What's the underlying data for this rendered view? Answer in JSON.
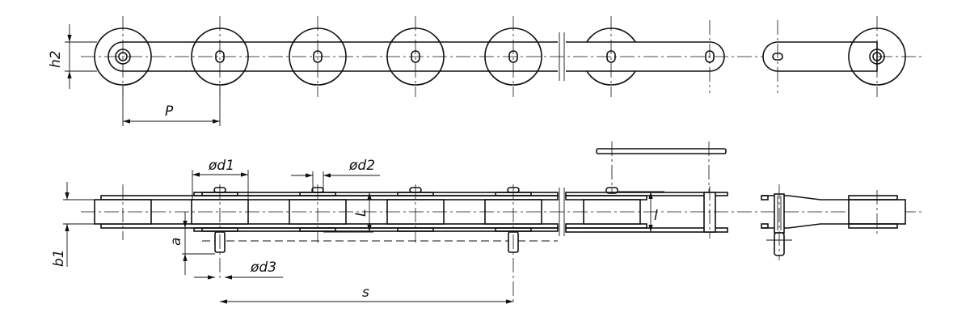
{
  "title": "Roller chain with attachment pins - technical drawing",
  "dimensions": {
    "h2": "h2",
    "pitch": "P",
    "d1": "ød1",
    "d2": "ød2",
    "d3": "ød3",
    "L": "L",
    "l": "l",
    "a": "a",
    "b1": "b1",
    "s": "s"
  }
}
